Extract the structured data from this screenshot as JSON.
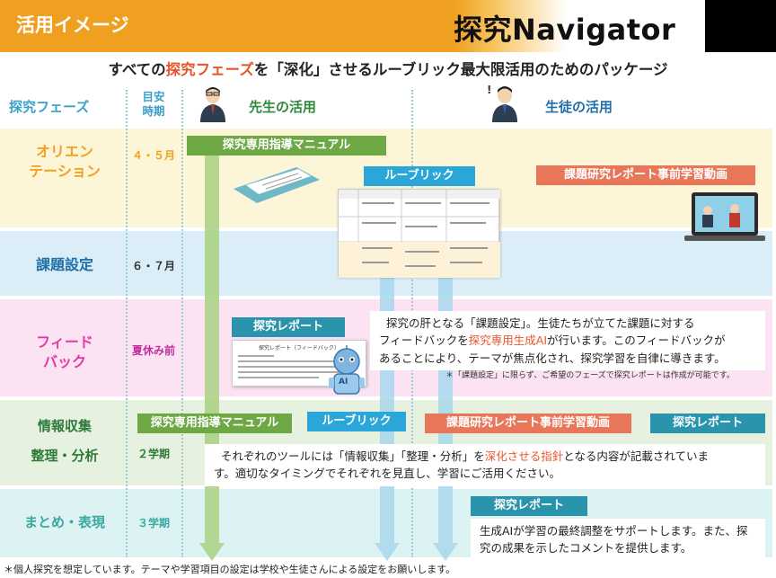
{
  "header": {
    "title": "活用イメージ",
    "brand": "探究Navigator"
  },
  "subtitle": {
    "pre": "すべての",
    "highlight": "探究フェーズ",
    "post": "を「深化」させるルーブリック最大限活用のためのパッケージ"
  },
  "columns": {
    "phase": "探究フェーズ",
    "period": "目安\n時期",
    "teacher": "先生の活用",
    "student": "生徒の活用"
  },
  "phases": [
    {
      "name": "オリエン\nテーション",
      "period": "４・５月",
      "color": "#f2a020",
      "period_color": "#f2a020"
    },
    {
      "name": "課題設定",
      "period": "６・７月",
      "color": "#1f6fa8",
      "period_color": "#333333"
    },
    {
      "name": "フィード\nバック",
      "period": "夏休み前",
      "color": "#e23aa8",
      "period_color": "#c0309a"
    },
    {
      "name": "情報収集\n\n整理・分析",
      "period": "２学期",
      "color": "#2e7a3a",
      "period_color": "#2e7a3a"
    },
    {
      "name": "まとめ・表現",
      "period": "３学期",
      "color": "#3aa8a0",
      "period_color": "#3aa8a0"
    }
  ],
  "tags": {
    "manual": "探究専用指導マニュアル",
    "rubric": "ルーブリック",
    "video": "課題研究レポート事前学習動画",
    "report": "探究レポート"
  },
  "doc_labels": {
    "report_doc_title": "探究レポート（フィードバック）",
    "ai_badge": "AI"
  },
  "notes": {
    "feedback": {
      "p1": "探究の肝となる「課題設定」。生徒たちが立てた課題に対する",
      "p2": "フィードバックを",
      "p2_hl": "探究専用生成AI",
      "p2_post": "が行います。このフィードバックが",
      "p3": "あることにより、テーマが焦点化され、探究学習を自律に導きます。"
    },
    "feedback_footnote": "＊「課題設定」に限らず、ご希望のフェーズで探究レポートは作成が可能です。",
    "tools": {
      "pre": "それぞれのツールには「情報収集」「整理・分析」を",
      "hl": "深化させる指針",
      "post": "となる内容が記載されていま",
      "line2": "す。適切なタイミングでそれぞれを見直し、学習にご活用ください。"
    },
    "summary": {
      "line1": "生成AIが学習の最終調整をサポートします。また、探",
      "line2": "究の成果を示したコメントを提供します。"
    }
  },
  "footnote": "＊個人探究を想定しています。テーマや学習項目の設定は学校や生徒さんによる設定をお願いします。"
}
